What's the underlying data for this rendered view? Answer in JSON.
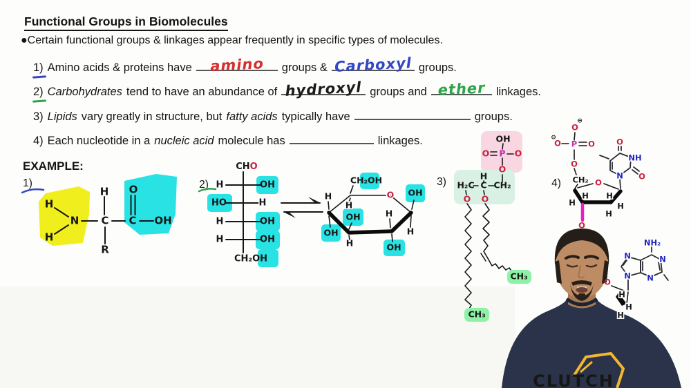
{
  "colors": {
    "highlight_cyan": "#29e2e4",
    "highlight_yellow": "#f1ee1e",
    "highlight_green": "#8df2a6",
    "highlight_pink": "#f8d6e2",
    "highlight_teal": "#d9f1e5",
    "atom_red": "#c9203d",
    "atom_blue": "#2326c0",
    "atom_magenta": "#c92bb0",
    "bond_magenta": "#e61ec8",
    "hand_red": "#d62f2f",
    "hand_blue": "#3347c6",
    "hand_green": "#2fa348",
    "hand_black": "#1b1b1b",
    "shirt_navy": "#2a334a",
    "logo_yellow": "#f2b72e"
  },
  "header": {
    "title": "Functional Groups in Biomolecules",
    "bullet": "●Certain functional groups & linkages appear frequently in specific types of molecules."
  },
  "fill_ins": {
    "line1": {
      "num": "1)",
      "seg1": "Amino acids & proteins have",
      "blank1": "amino",
      "seg2": "groups &",
      "blank2": "Carboxyl",
      "seg3": "groups."
    },
    "line2": {
      "num": "2)",
      "italic1": "Carbohydrates",
      "seg1": "tend to have an abundance of",
      "blank1": "hydroxyl",
      "seg2": "groups and",
      "blank2": "ether",
      "seg3": "linkages."
    },
    "line3": {
      "num": "3)",
      "italic1": "Lipids",
      "seg1": "vary greatly in structure, but",
      "italic2": "fatty acids",
      "seg2": "typically have",
      "seg3": "groups."
    },
    "line4": {
      "num": "4)",
      "seg1": "Each nucleotide in a",
      "italic1": "nucleic acid",
      "seg2": "molecule has",
      "seg3": "linkages."
    }
  },
  "example": {
    "label": "EXAMPLE:",
    "n1": "1)",
    "n2": "2)",
    "n3": "3)",
    "n4": "4)"
  },
  "amino_acid": {
    "h_top": "H",
    "o": "O",
    "h_left_top": "H",
    "n": "N",
    "c_alpha": "C",
    "c_carboxyl": "C",
    "oh": "OH",
    "h_left_bottom": "H",
    "r": "R"
  },
  "fischer": {
    "cho_ch": "CH",
    "cho_o": "O",
    "r1_left": "H",
    "r1_right": "OH",
    "r2_left": "HO",
    "r2_right": "H",
    "r3_left": "H",
    "r3_right": "OH",
    "r4_left": "H",
    "r4_right": "OH",
    "bottom": "CH₂OH"
  },
  "ring": {
    "ch2oh": "CH₂OH",
    "o": "O",
    "oh_c1": "OH",
    "h_c1": "H",
    "h_c2": "H",
    "oh_c2": "OH",
    "h_c3": "H",
    "oh_c3": "OH",
    "oh_c4": "OH",
    "h_c4": "H",
    "h_c5": "H"
  },
  "lipid": {
    "oh": "OH",
    "o_left": "O",
    "p": "P",
    "o_right": "O",
    "o_below": "O",
    "h2c": "H₂C",
    "h": "H",
    "c": "C",
    "ch2": "CH₂",
    "o_ester_left": "O",
    "o_ester_right": "O",
    "ch3_left": "CH₃",
    "ch3_right": "CH₃"
  },
  "nucleotide": {
    "minus_top": "⊖",
    "o_top": "O",
    "minus_left": "⊖",
    "o_left": "O",
    "p": "P",
    "o_right": "O",
    "o_bridge": "O",
    "ch2": "CH₂",
    "sugar": {
      "o": "O",
      "h_a": "H",
      "h_b": "H",
      "h_c": "H",
      "h_d": "H",
      "h_e": "H",
      "o_link": "O"
    },
    "thymine": {
      "o_top": "O",
      "nh": "NH",
      "n": "N",
      "o_right": "O"
    },
    "adenine": {
      "nh2": "NH₂",
      "n1": "N",
      "n3": "N",
      "n7": "N",
      "n9": "N",
      "o": "O",
      "h_a": "H",
      "h_b": "H",
      "h_c": "H"
    }
  },
  "person": {
    "shirt_text": "CLUTCH"
  }
}
